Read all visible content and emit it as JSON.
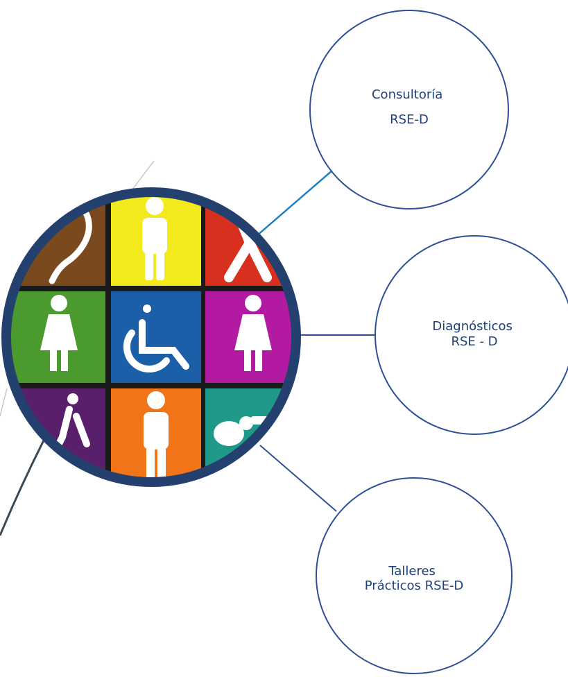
{
  "nodes": [
    {
      "id": "consultoria",
      "lines": [
        "Consultoría",
        "RSE-D"
      ]
    },
    {
      "id": "diagnosticos",
      "lines": [
        "Diagnósticos",
        "RSE - D"
      ]
    },
    {
      "id": "talleres",
      "lines": [
        "Talleres",
        "Prácticos RSE-D"
      ]
    }
  ],
  "hub": {
    "image": "accessibility-symbols-grid",
    "tiles": [
      {
        "color": "#7a4a1e",
        "icon": "ear-icon"
      },
      {
        "color": "#f2ea1c",
        "icon": "person-icon"
      },
      {
        "color": "#d8301e",
        "icon": "walking-person-icon"
      },
      {
        "color": "#4a9a2e",
        "icon": "woman-icon"
      },
      {
        "color": "#1b5fa8",
        "icon": "wheelchair-icon"
      },
      {
        "color": "#b21aa2",
        "icon": "woman-icon"
      },
      {
        "color": "#5a1f6a",
        "icon": "person-with-cane-icon"
      },
      {
        "color": "#f27418",
        "icon": "person-icon"
      },
      {
        "color": "#1f9a8a",
        "icon": "sign-language-hand-icon"
      }
    ],
    "ring_color": "#24406f"
  },
  "colors": {
    "node_stroke": "#2f4f96",
    "node_text": "#1f3f7a",
    "connector_top": "#1b7fc4",
    "decor_line": "#bbbbbb",
    "decor_dark_line": "#3a4a55"
  }
}
